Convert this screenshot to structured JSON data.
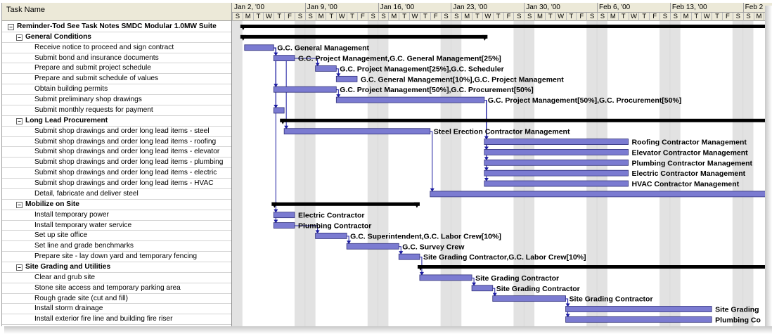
{
  "table": {
    "header": "Task Name",
    "tasks": [
      {
        "name": "Reminder-Tod See Task Notes SMDC Modular 1.0MW Suite",
        "level": 0,
        "summary": true,
        "toggle": "−"
      },
      {
        "name": "General Conditions",
        "level": 1,
        "summary": true,
        "toggle": "−"
      },
      {
        "name": "Receive notice to proceed and sign contract",
        "level": 2
      },
      {
        "name": "Submit bond and insurance documents",
        "level": 2
      },
      {
        "name": "Prepare and submit project schedule",
        "level": 2
      },
      {
        "name": "Prepare and submit schedule of values",
        "level": 2
      },
      {
        "name": "Obtain building permits",
        "level": 2
      },
      {
        "name": "Submit preliminary shop drawings",
        "level": 2
      },
      {
        "name": "Submit monthly requests for payment",
        "level": 2
      },
      {
        "name": "Long Lead Procurement",
        "level": 1,
        "summary": true,
        "toggle": "−"
      },
      {
        "name": "Submit shop drawings and order long lead items - steel",
        "level": 2
      },
      {
        "name": "Submit shop drawings and order long lead items - roofing",
        "level": 2
      },
      {
        "name": "Submit shop drawings and order long lead items - elevator",
        "level": 2
      },
      {
        "name": "Submit shop drawings and order long lead items - plumbing",
        "level": 2
      },
      {
        "name": "Submit shop drawings and order long lead items - electric",
        "level": 2
      },
      {
        "name": "Submit shop drawings and order long lead items - HVAC",
        "level": 2
      },
      {
        "name": "Detail, fabricate and deliver steel",
        "level": 2
      },
      {
        "name": "Mobilize on Site",
        "level": 1,
        "summary": true,
        "toggle": "−"
      },
      {
        "name": "Install temporary power",
        "level": 2
      },
      {
        "name": "Install temporary water service",
        "level": 2
      },
      {
        "name": "Set up site office",
        "level": 2
      },
      {
        "name": "Set line and grade benchmarks",
        "level": 2
      },
      {
        "name": "Prepare site - lay down yard and temporary fencing",
        "level": 2
      },
      {
        "name": "Site Grading and Utilities",
        "level": 1,
        "summary": true,
        "toggle": "−"
      },
      {
        "name": "Clear and grub site",
        "level": 2
      },
      {
        "name": "Stone site access and temporary parking area",
        "level": 2
      },
      {
        "name": "Rough grade site (cut and fill)",
        "level": 2
      },
      {
        "name": "Install storm drainage",
        "level": 2
      },
      {
        "name": "Install exterior fire line and building fire riser",
        "level": 2
      }
    ]
  },
  "timescale": {
    "weeks": [
      "Jan 2, '00",
      "Jan 9, '00",
      "Jan 16, '00",
      "Jan 23, '00",
      "Jan 30, '00",
      "Feb 6, '00",
      "Feb 13, '00",
      "Feb 2"
    ],
    "day_letters": [
      "S",
      "M",
      "T",
      "W",
      "T",
      "F",
      "S"
    ]
  },
  "gantt": {
    "colors": {
      "bar": "#7b7bd1",
      "bar_border": "#30307a",
      "summary": "#000000",
      "link": "#1a1aa0",
      "weekend": "#e2e2e2",
      "grid": "#d8d8d8"
    },
    "bars": [
      {
        "row": 0,
        "summary": true,
        "start": 0.8,
        "end": 52
      },
      {
        "row": 1,
        "summary": true,
        "start": 0.8,
        "end": 24.5
      },
      {
        "row": 2,
        "start": 1.2,
        "end": 4,
        "label": "G.C. General Management"
      },
      {
        "row": 3,
        "start": 4,
        "end": 6,
        "label": "G.C. Project Management,G.C. General Management[25%]"
      },
      {
        "row": 4,
        "start": 8,
        "end": 10,
        "label": "G.C. Project Management[25%],G.C. Scheduler"
      },
      {
        "row": 5,
        "start": 10,
        "end": 12,
        "label": "G.C. General Management[10%],G.C. Project Management"
      },
      {
        "row": 6,
        "start": 4,
        "end": 10,
        "label": "G.C. Project Management[50%],G.C. Procurement[50%]"
      },
      {
        "row": 7,
        "start": 10,
        "end": 24.2,
        "label": "G.C. Project Management[50%],G.C. Procurement[50%]"
      },
      {
        "row": 8,
        "start": 4,
        "end": 5,
        "label": ""
      },
      {
        "row": 9,
        "summary": true,
        "start": 4.6,
        "end": 52
      },
      {
        "row": 10,
        "start": 5,
        "end": 19,
        "label": "Steel Erection Contractor Management"
      },
      {
        "row": 11,
        "start": 24.2,
        "end": 38,
        "label": "Roofing Contractor Management"
      },
      {
        "row": 12,
        "start": 24.2,
        "end": 38,
        "label": "Elevator Contractor Management"
      },
      {
        "row": 13,
        "start": 24.2,
        "end": 38,
        "label": "Plumbing Contractor Management"
      },
      {
        "row": 14,
        "start": 24.2,
        "end": 38,
        "label": "Electric Contractor Management"
      },
      {
        "row": 15,
        "start": 24.2,
        "end": 38,
        "label": "HVAC Contractor Management"
      },
      {
        "row": 16,
        "start": 19,
        "end": 52,
        "label": ""
      },
      {
        "row": 17,
        "summary": true,
        "start": 3.8,
        "end": 18
      },
      {
        "row": 18,
        "start": 4,
        "end": 6,
        "label": "Electric Contractor"
      },
      {
        "row": 19,
        "start": 4,
        "end": 6,
        "label": "Plumbing Contractor"
      },
      {
        "row": 20,
        "start": 8,
        "end": 11,
        "label": "G.C. Superintendent,G.C. Labor Crew[10%]"
      },
      {
        "row": 21,
        "start": 11,
        "end": 16,
        "label": "G.C. Survey Crew"
      },
      {
        "row": 22,
        "start": 16,
        "end": 18,
        "label": "Site Grading Contractor,G.C. Labor Crew[10%]"
      },
      {
        "row": 23,
        "summary": true,
        "start": 17.8,
        "end": 52
      },
      {
        "row": 24,
        "start": 18,
        "end": 23,
        "label": "Site Grading Contractor"
      },
      {
        "row": 25,
        "start": 23,
        "end": 25,
        "label": "Site Grading Contractor"
      },
      {
        "row": 26,
        "start": 25,
        "end": 32,
        "label": "Site Grading Contractor"
      },
      {
        "row": 27,
        "start": 32,
        "end": 46,
        "label": "Site Grading"
      },
      {
        "row": 28,
        "start": 32,
        "end": 46,
        "label": "Plumbing Co"
      }
    ],
    "links": [
      {
        "from": 2,
        "to": 3
      },
      {
        "from": 3,
        "to": 4
      },
      {
        "from": 4,
        "to": 5
      },
      {
        "from": 2,
        "to": 6
      },
      {
        "from": 6,
        "to": 7
      },
      {
        "from": 2,
        "to": 8
      },
      {
        "from": 3,
        "to": 10
      },
      {
        "from": 7,
        "to": 11
      },
      {
        "from": 7,
        "to": 12
      },
      {
        "from": 7,
        "to": 13
      },
      {
        "from": 7,
        "to": 14
      },
      {
        "from": 7,
        "to": 15
      },
      {
        "from": 10,
        "to": 16
      },
      {
        "from": 2,
        "to": 18
      },
      {
        "from": 18,
        "to": 19
      },
      {
        "from": 19,
        "to": 20
      },
      {
        "from": 20,
        "to": 21
      },
      {
        "from": 21,
        "to": 22
      },
      {
        "from": 22,
        "to": 24
      },
      {
        "from": 24,
        "to": 25
      },
      {
        "from": 25,
        "to": 26
      },
      {
        "from": 26,
        "to": 27
      },
      {
        "from": 26,
        "to": 28
      }
    ]
  }
}
